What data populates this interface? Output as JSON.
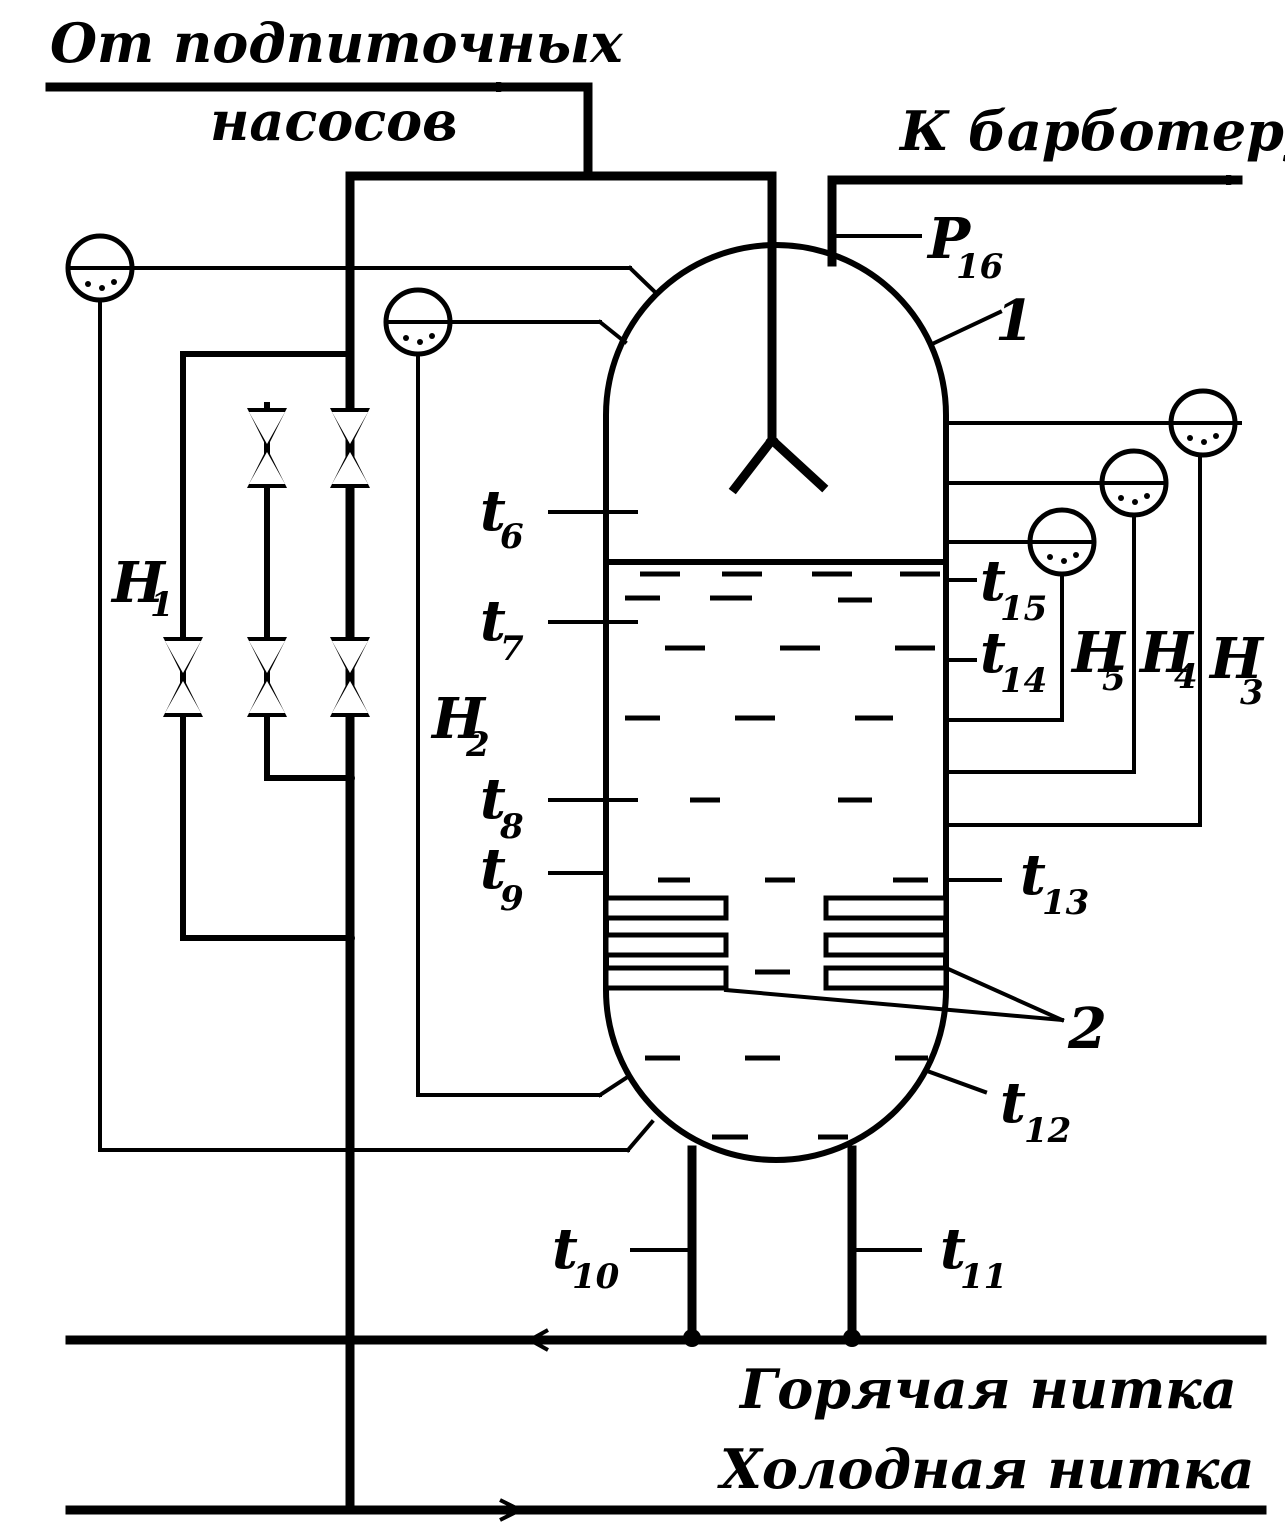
{
  "labels": {
    "from_pumps_line1": "От  подпиточных",
    "from_pumps_line2": "насосов",
    "to_bubbler": "К барботеру",
    "hot_leg": "Горячая нитка",
    "cold_leg": "Холодная нитка",
    "vessel_number": "1",
    "heaters_number": "2"
  },
  "sensors": {
    "pressure": {
      "letter": "P",
      "index": "16"
    },
    "levels": [
      {
        "letter": "H",
        "index": "1"
      },
      {
        "letter": "H",
        "index": "2"
      },
      {
        "letter": "H",
        "index": "3"
      },
      {
        "letter": "H",
        "index": "4"
      },
      {
        "letter": "H",
        "index": "5"
      }
    ],
    "temperatures": [
      {
        "letter": "t",
        "index": "6"
      },
      {
        "letter": "t",
        "index": "7"
      },
      {
        "letter": "t",
        "index": "8"
      },
      {
        "letter": "t",
        "index": "9"
      },
      {
        "letter": "t",
        "index": "10"
      },
      {
        "letter": "t",
        "index": "11"
      },
      {
        "letter": "t",
        "index": "12"
      },
      {
        "letter": "t",
        "index": "13"
      },
      {
        "letter": "t",
        "index": "14"
      },
      {
        "letter": "t",
        "index": "15"
      }
    ]
  }
}
